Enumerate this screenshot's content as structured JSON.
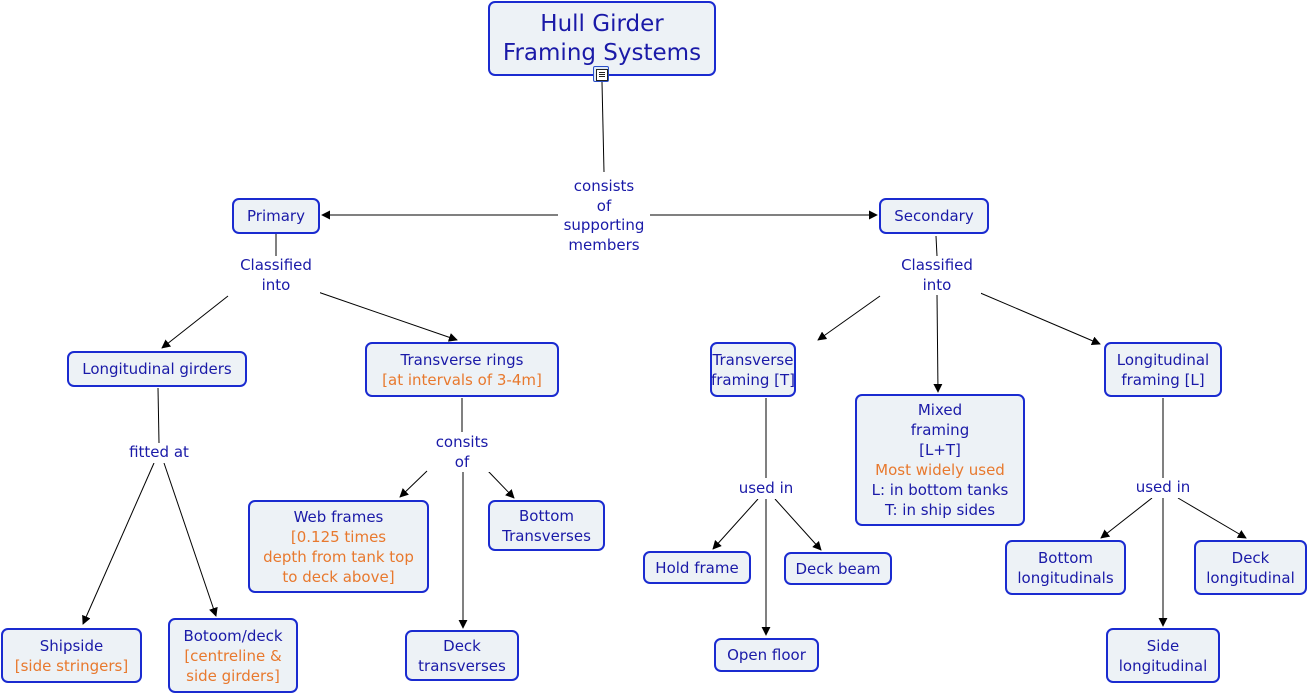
{
  "title": "Hull Girder Framing Systems",
  "colors": {
    "node_border": "#1a2bd0",
    "node_fill": "#edf2f6",
    "text": "#1a1aa8",
    "note": "#e8792e",
    "edge": "#000000"
  },
  "resource_icon": "document-resource-icon",
  "nodes": {
    "root": {
      "lines": [
        "Hull Girder",
        "Framing Systems"
      ],
      "notes": []
    },
    "primary": {
      "lines": [
        "Primary"
      ],
      "notes": []
    },
    "secondary": {
      "lines": [
        "Secondary"
      ],
      "notes": []
    },
    "longitudinal_girders": {
      "lines": [
        "Longitudinal girders"
      ],
      "notes": []
    },
    "transverse_rings": {
      "lines": [
        "Transverse rings"
      ],
      "notes": [
        "[at intervals of 3-4m]"
      ]
    },
    "shipside": {
      "lines": [
        "Shipside"
      ],
      "notes": [
        "[side stringers]"
      ]
    },
    "botoom_deck": {
      "lines": [
        "Botoom/deck"
      ],
      "notes": [
        "[centreline &",
        "side girders]"
      ]
    },
    "web_frames": {
      "lines": [
        "Web frames"
      ],
      "notes": [
        "[0.125 times",
        "depth from tank top",
        "to deck above]"
      ]
    },
    "bottom_transverses": {
      "lines": [
        "Bottom",
        "Transverses"
      ],
      "notes": []
    },
    "deck_transverses": {
      "lines": [
        "Deck",
        "transverses"
      ],
      "notes": []
    },
    "transverse_framing": {
      "lines": [
        "Transverse",
        "framing [T]"
      ],
      "notes": []
    },
    "mixed_framing": {
      "lines": [
        "Mixed",
        "framing",
        "[L+T]"
      ],
      "notes": [
        "Most widely used"
      ],
      "after": [
        "L: in bottom tanks",
        "T: in ship sides"
      ]
    },
    "longitudinal_framing": {
      "lines": [
        "Longitudinal",
        "framing [L]"
      ],
      "notes": []
    },
    "hold_frame": {
      "lines": [
        "Hold frame"
      ],
      "notes": []
    },
    "deck_beam": {
      "lines": [
        "Deck beam"
      ],
      "notes": []
    },
    "open_floor": {
      "lines": [
        "Open floor"
      ],
      "notes": []
    },
    "bottom_longitudinals": {
      "lines": [
        "Bottom",
        "longitudinals"
      ],
      "notes": []
    },
    "deck_longitudinal": {
      "lines": [
        "Deck",
        "longitudinal"
      ],
      "notes": []
    },
    "side_longitudinal": {
      "lines": [
        "Side",
        "longitudinal"
      ],
      "notes": []
    }
  },
  "links": {
    "consists_of": [
      "consists",
      "of",
      "supporting",
      "members"
    ],
    "primary_classified": [
      "Classified",
      "into"
    ],
    "secondary_classified": [
      "Classified",
      "into"
    ],
    "fitted_at": [
      "fitted at"
    ],
    "consits_of": [
      "consits",
      "of"
    ],
    "used_in_t": [
      "used in"
    ],
    "used_in_l": [
      "used in"
    ]
  }
}
